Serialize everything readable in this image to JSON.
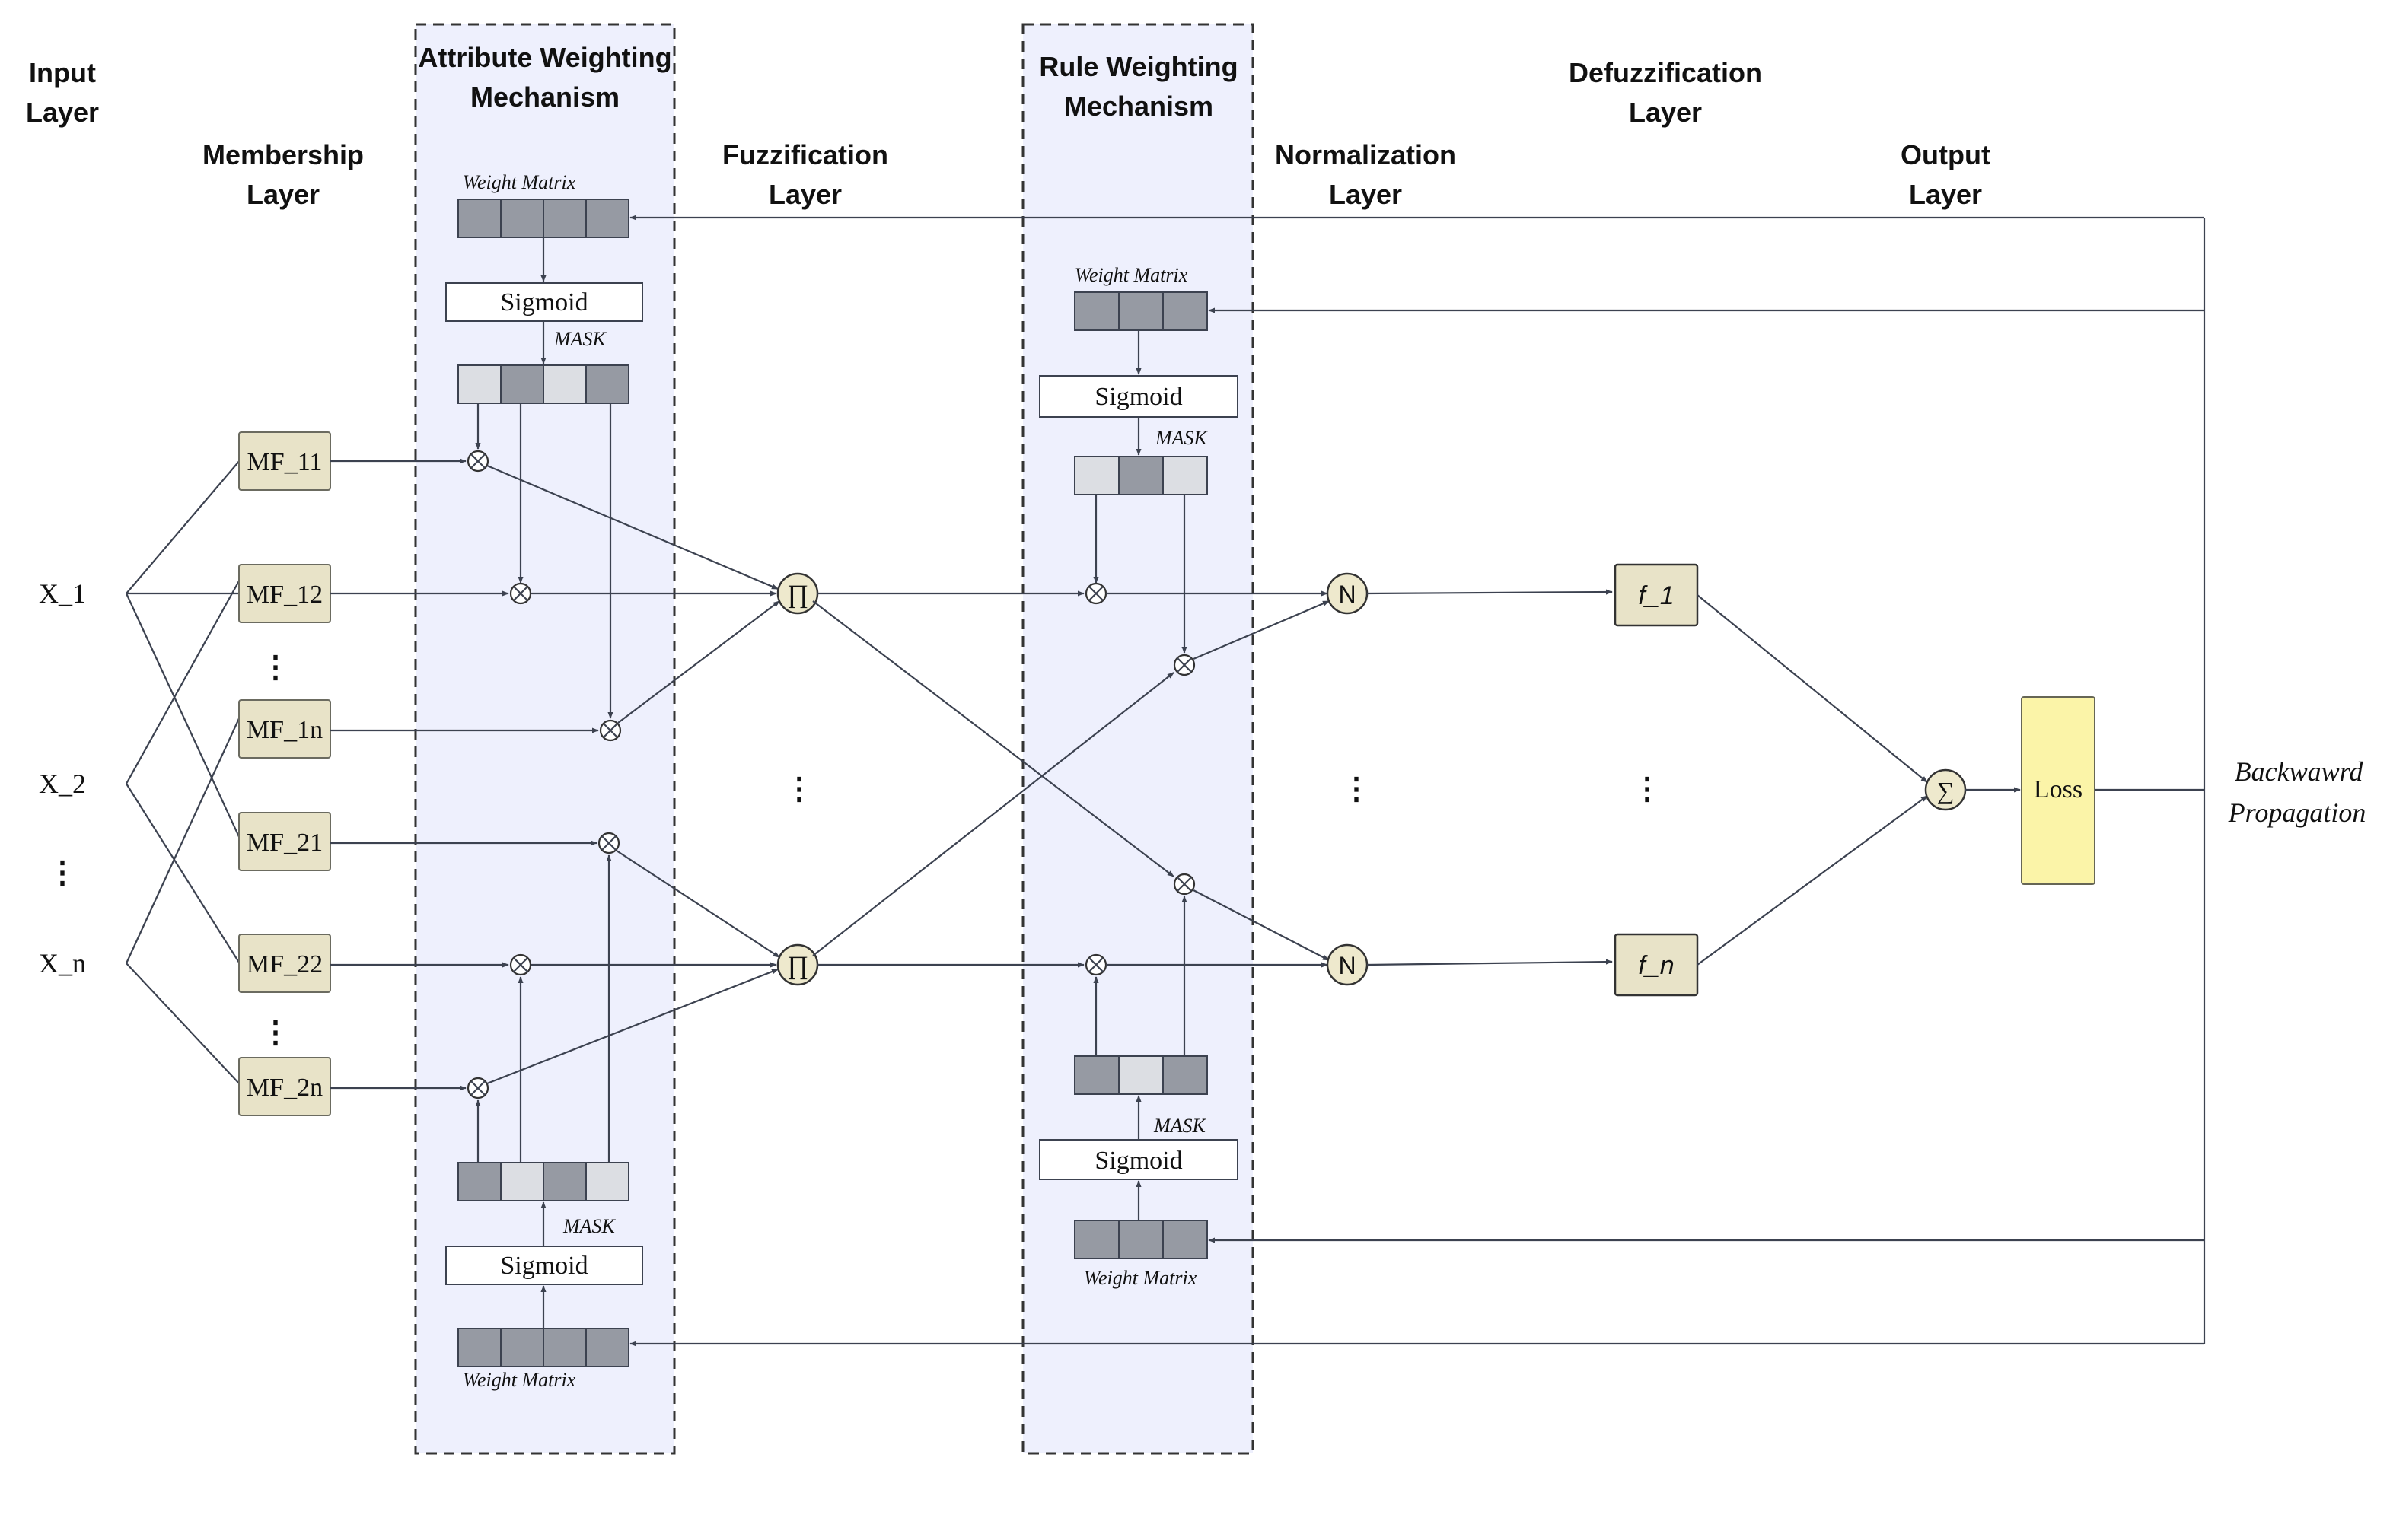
{
  "layers": {
    "input": [
      "Input",
      "Layer"
    ],
    "attribute_weighting": [
      "Attribute Weighting",
      "Mechanism"
    ],
    "membership": [
      "Membership",
      "Layer"
    ],
    "fuzzification": [
      "Fuzzification",
      "Layer"
    ],
    "rule_weighting": [
      "Rule Weighting",
      "Mechanism"
    ],
    "normalization": [
      "Normalization",
      "Layer"
    ],
    "defuzzification": [
      "Defuzzification",
      "Layer"
    ],
    "output": [
      "Output",
      "Layer"
    ]
  },
  "inputs": [
    "X_1",
    "X_2",
    "X_n"
  ],
  "membership_functions": [
    "MF_11",
    "MF_12",
    "MF_1n",
    "MF_21",
    "MF_22",
    "MF_2n"
  ],
  "ellipsis": "⋮",
  "weight_matrix_label": "Weight Matrix",
  "sigmoid_label": "Sigmoid",
  "mask_label": "MASK",
  "product_symbol": "∏",
  "normalization_symbol": "N",
  "sum_symbol": "∑",
  "defuzz_outputs": [
    "f_1",
    "f_n"
  ],
  "loss_label": "Loss",
  "backprop_label": [
    "Backwawrd",
    "Propagation"
  ],
  "colors": {
    "panel_fill": "#eef0fd",
    "membership_box": "#e8e3c8",
    "matrix_dark": "#969aa3",
    "matrix_light": "#dcdee3",
    "loss_box": "#fbf4a8"
  }
}
